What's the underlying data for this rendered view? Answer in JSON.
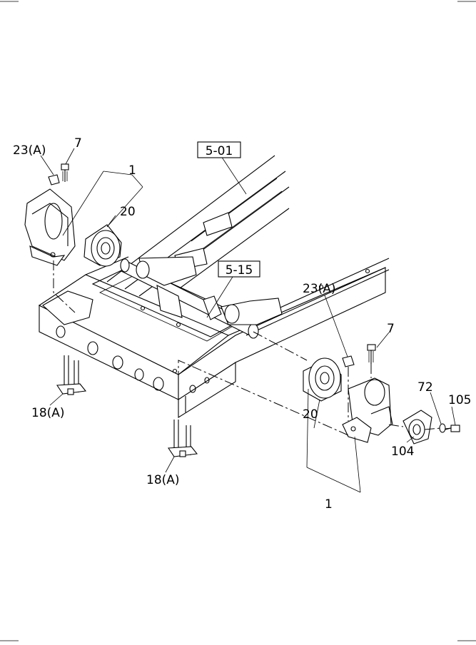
{
  "diagram": {
    "refs": {
      "frame": "5-01",
      "crossmember": "5-15"
    },
    "callouts": {
      "mount_bracket_left": "1",
      "mount_bracket_right": "1",
      "rubber_bushing_left": "20",
      "rubber_bushing_right": "20",
      "nut_left": "23(A)",
      "nut_right": "23(A)",
      "bolt_left": "7",
      "bolt_right": "7",
      "u_bolt_front": "18(A)",
      "u_bolt_rear": "18(A)",
      "washer": "72",
      "stopper_plate": "104",
      "bolt_stopper": "105"
    }
  }
}
